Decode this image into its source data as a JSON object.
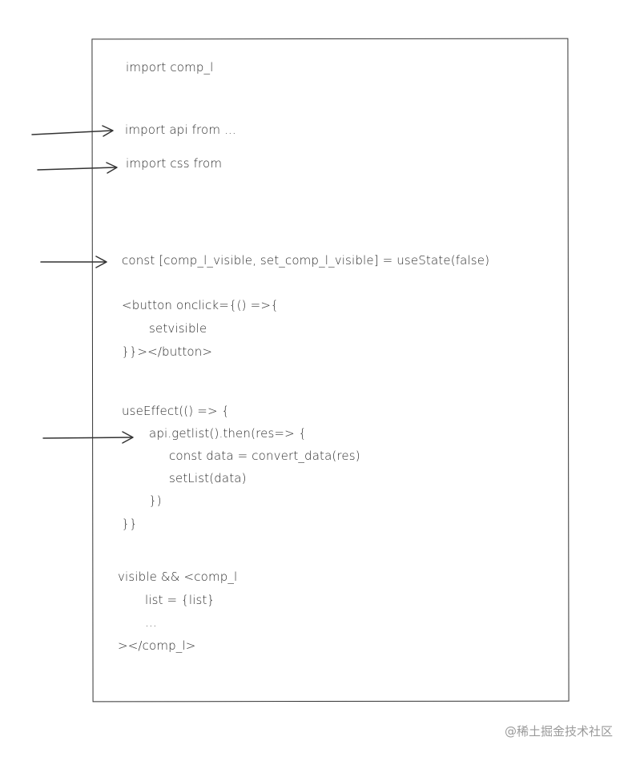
{
  "code_lines": [
    "import comp_l",
    "import api from ...",
    "import css from",
    "const [comp_l_visible, set_comp_l_visible] = useState(false)",
    "<button onclick={() =>{",
    "setvisible",
    "}}></button>",
    "useEffect(() => {",
    "api.getlist().then(res=> {",
    "const data = convert_data(res)",
    "setList(data)",
    "})",
    "}}",
    "visible && <comp_l",
    "list = {list}",
    "...",
    "></comp_l>"
  ],
  "watermark": "@稀土掘金技术社区",
  "colors": {
    "ink": "#2e2e2e",
    "frame": "#333333",
    "watermark": "#9a9a9a"
  }
}
